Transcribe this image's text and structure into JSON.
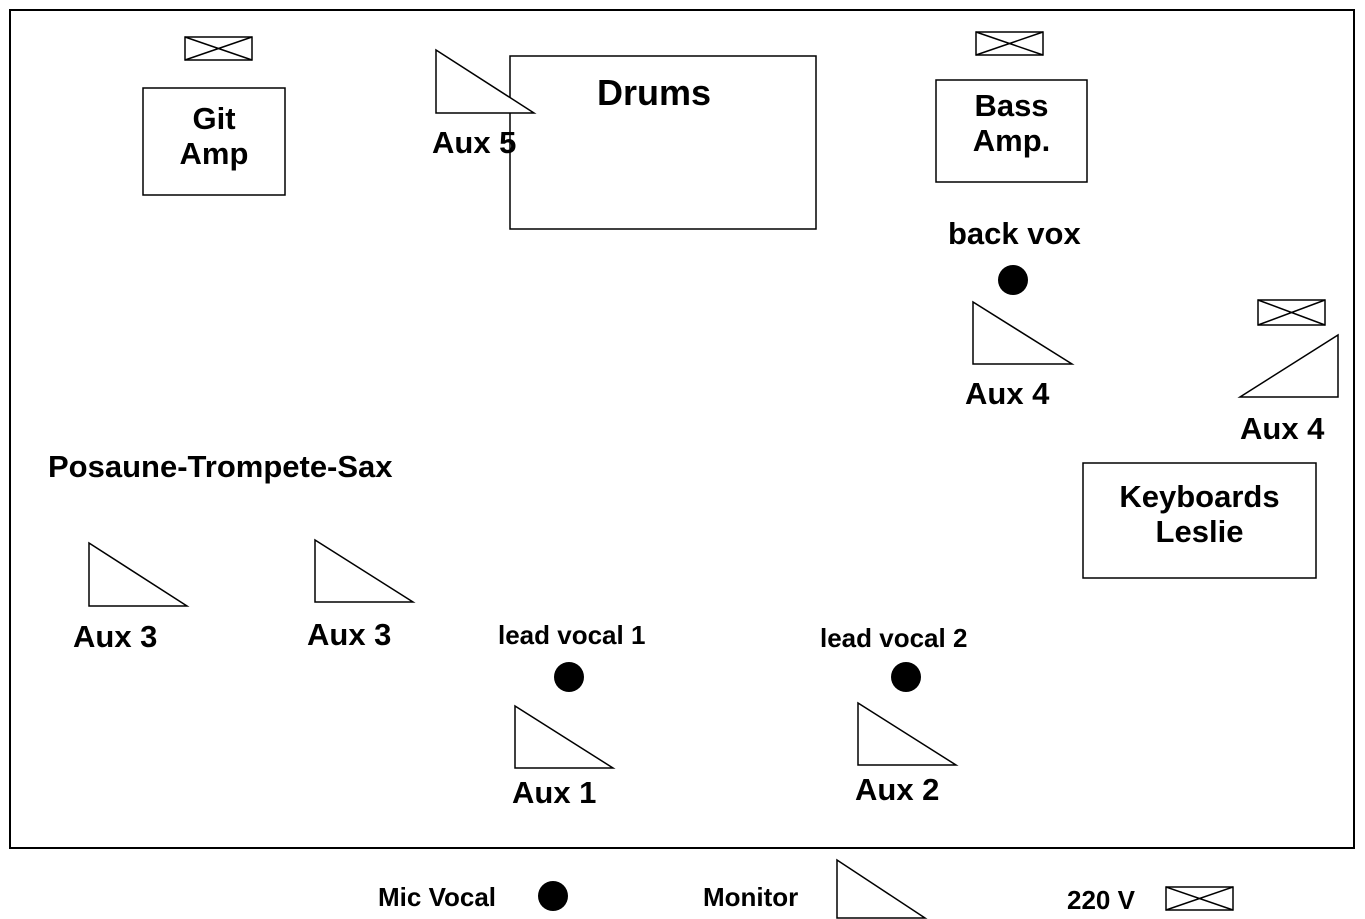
{
  "stage_plan": {
    "git_amp": {
      "line1": "Git",
      "line2": "Amp"
    },
    "drums": {
      "label": "Drums"
    },
    "bass_amp": {
      "line1": "Bass",
      "line2": "Amp."
    },
    "keyboards": {
      "line1": "Keyboards",
      "line2": "Leslie"
    },
    "horn_section": {
      "label": "Posaune-Trompete-Sax"
    },
    "vocals": {
      "back": "back vox",
      "lead1": "lead vocal 1",
      "lead2": "lead vocal 2"
    },
    "monitors": {
      "drums": "Aux 5",
      "back_vox": "Aux 4",
      "keyboards": "Aux 4",
      "horn_left": "Aux 3",
      "horn_right": "Aux 3",
      "lead1": "Aux 1",
      "lead2": "Aux 2"
    }
  },
  "legend": {
    "mic": "Mic Vocal",
    "monitor": "Monitor",
    "power": "220 V"
  }
}
